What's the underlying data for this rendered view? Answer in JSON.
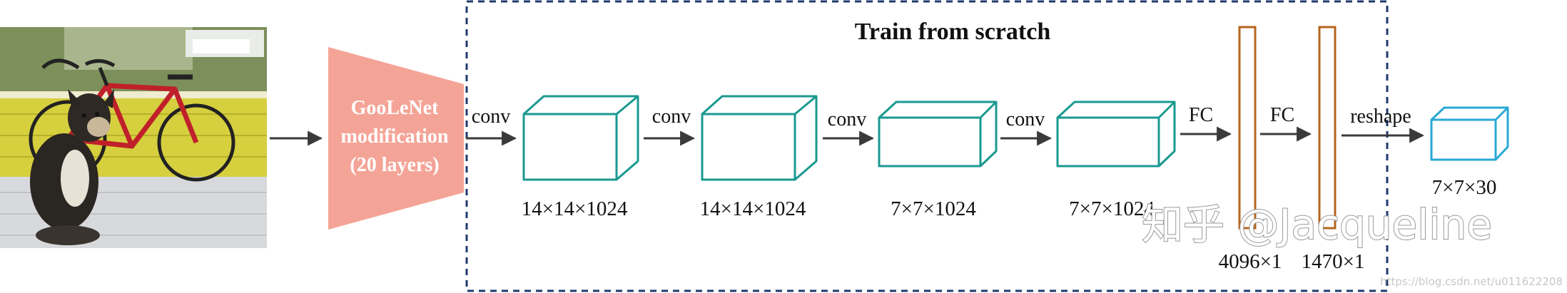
{
  "title": "Train from scratch",
  "input_photo": {
    "description_icon": "dog-and-bicycle-photo"
  },
  "backbone": {
    "lines": [
      "GooLeNet",
      "modification",
      "(20 layers)"
    ],
    "color": "#f4a497"
  },
  "ops": {
    "conv1": "conv",
    "conv2": "conv",
    "conv3": "conv",
    "conv4": "conv",
    "fc1": "FC",
    "fc2": "FC",
    "reshape": "reshape"
  },
  "tensors": {
    "t1": "14×14×1024",
    "t2": "14×14×1024",
    "t3": "7×7×1024",
    "t4": "7×7×1024",
    "fc1": "4096×1",
    "fc2": "1470×1",
    "output": "7×7×30"
  },
  "watermark": {
    "main": "知乎 @Jacqueline",
    "url": "https://blog.csdn.net/u011622208"
  },
  "colors": {
    "tensor": "#1a9990",
    "fc": "#b5651d",
    "output": "#29a8d6",
    "frame": "#1f3a6e",
    "arrow": "#3a3a3a"
  }
}
